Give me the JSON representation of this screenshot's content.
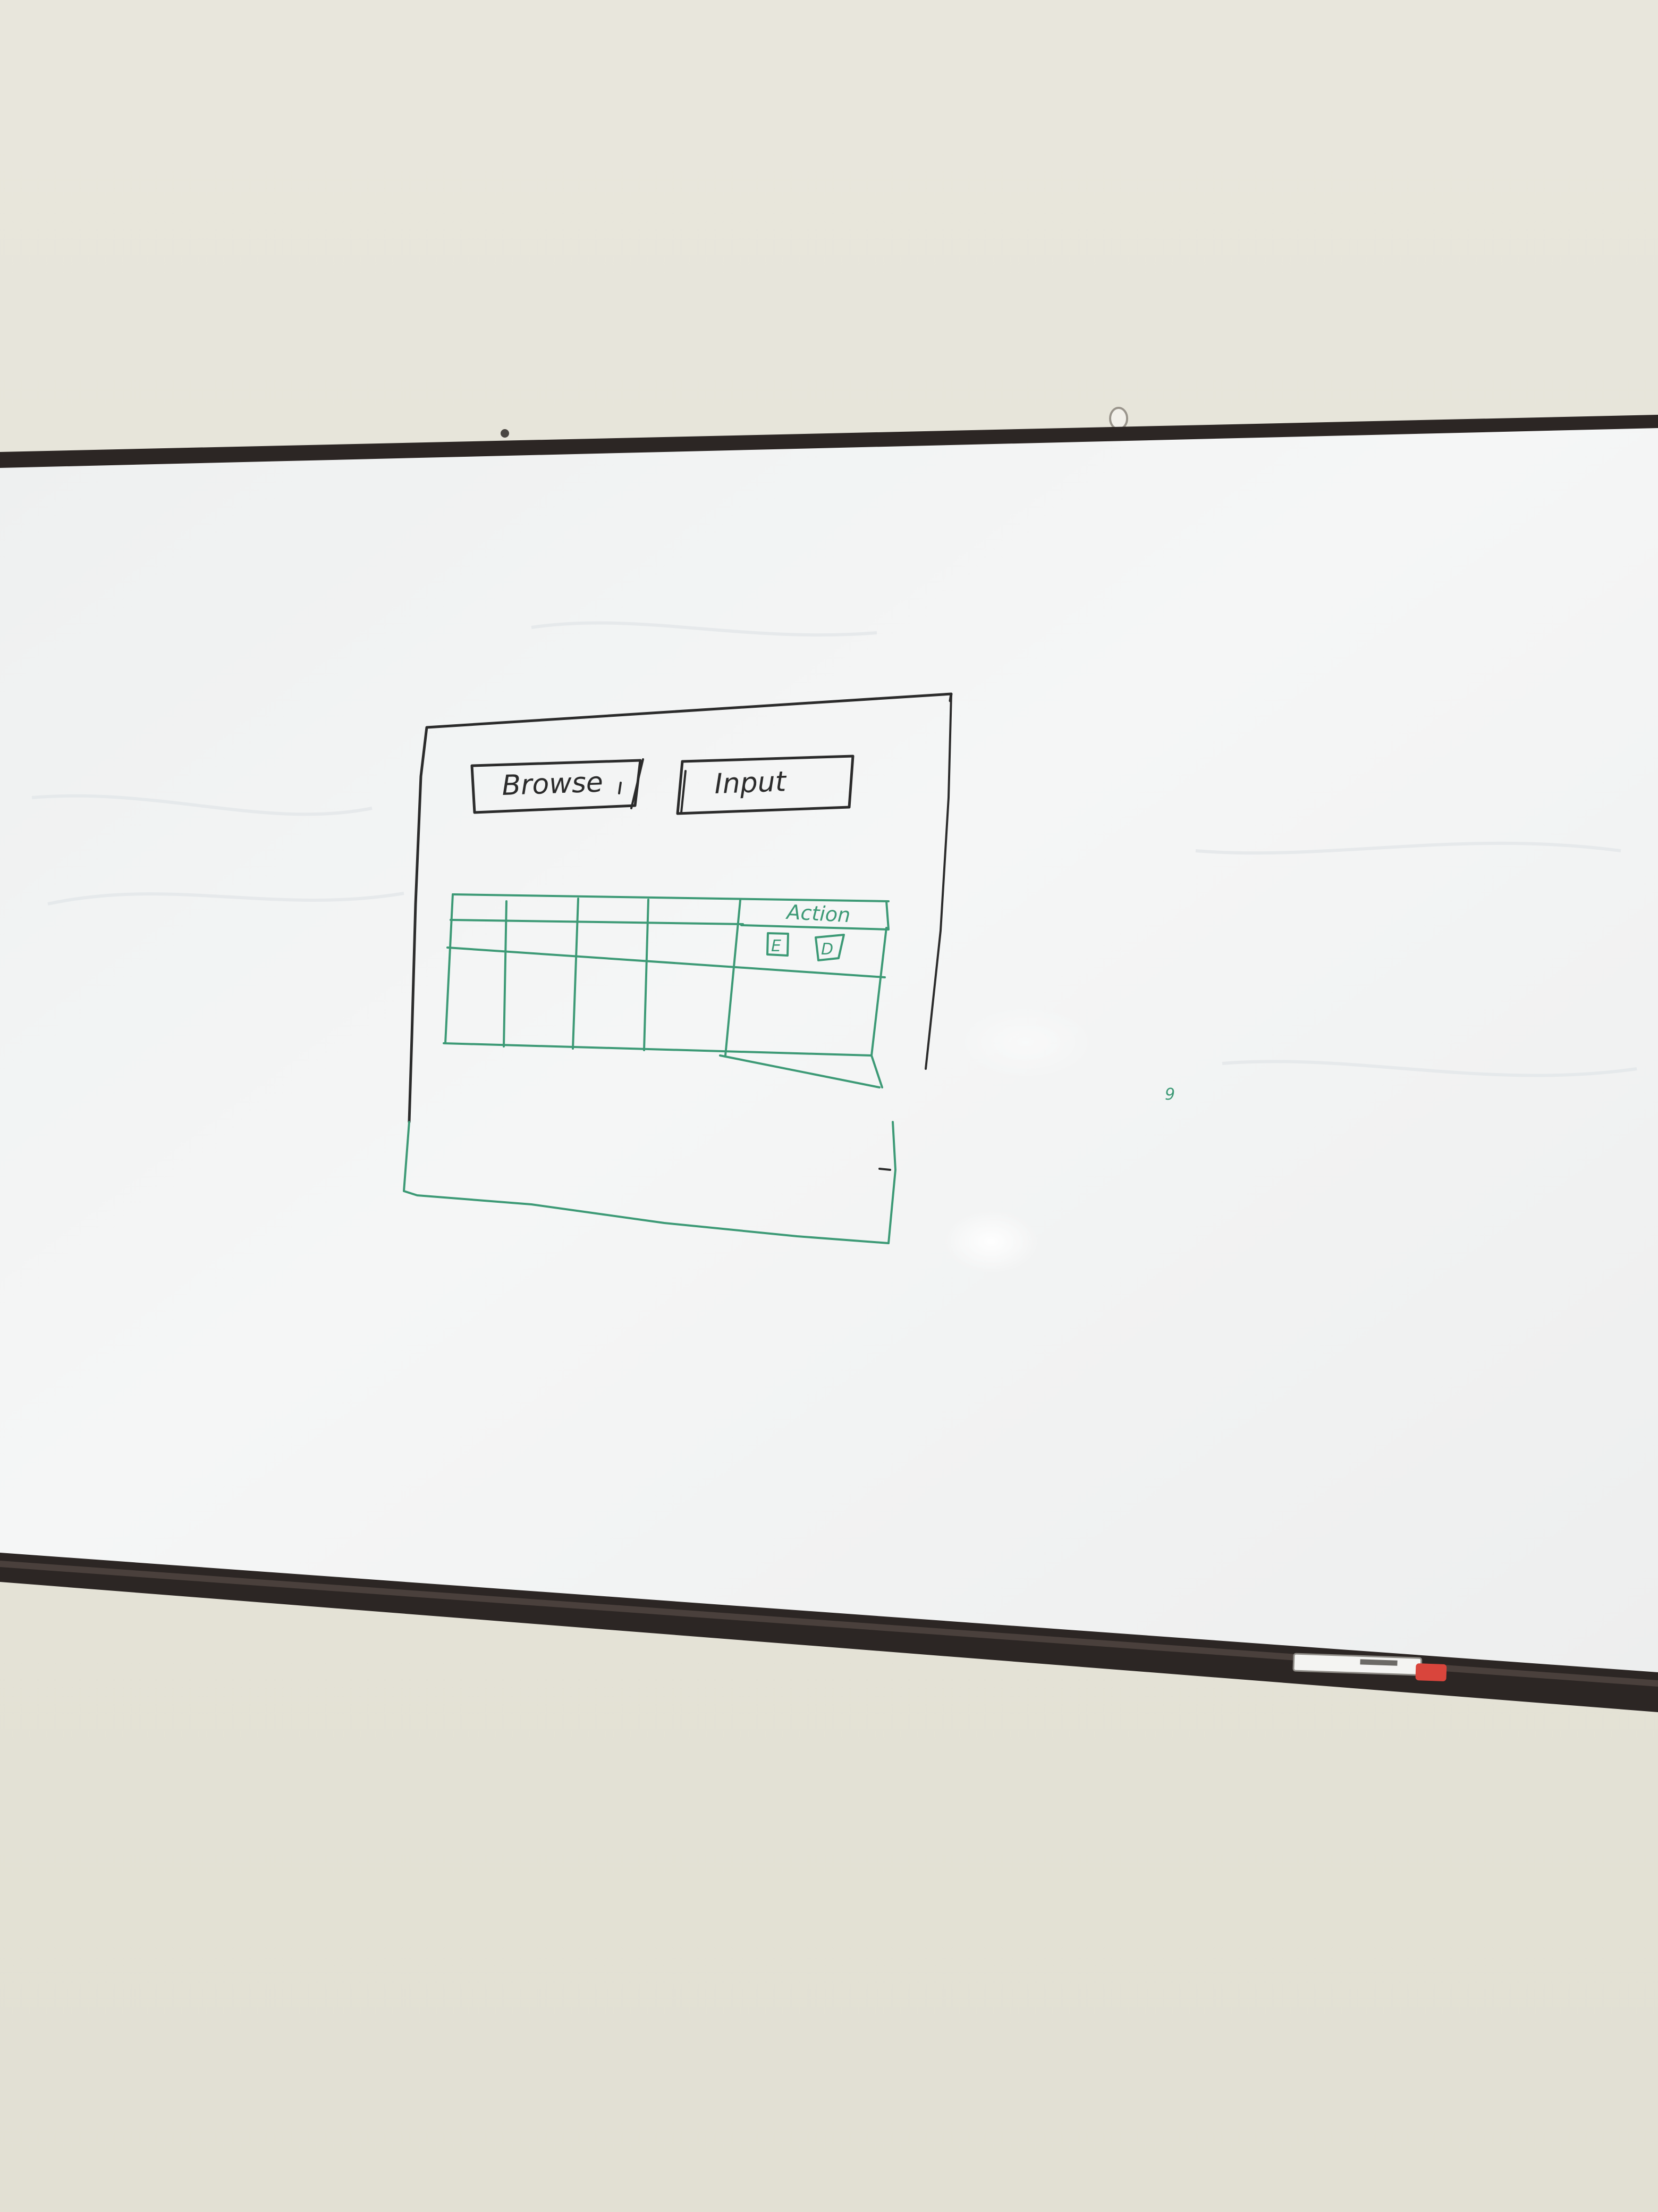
{
  "sketch": {
    "browse_label": "Browse",
    "input_label": "Input",
    "table": {
      "action_header": "Action",
      "action_buttons": [
        "E",
        "D"
      ]
    },
    "stray_mark": "9"
  },
  "colors": {
    "wall": "#e6e4d9",
    "board": "#f4f5f6",
    "frame": "#2c2624",
    "black_marker": "#2b2b2b",
    "green_marker": "#3d9a76",
    "marker_cap": "#d9453c"
  }
}
